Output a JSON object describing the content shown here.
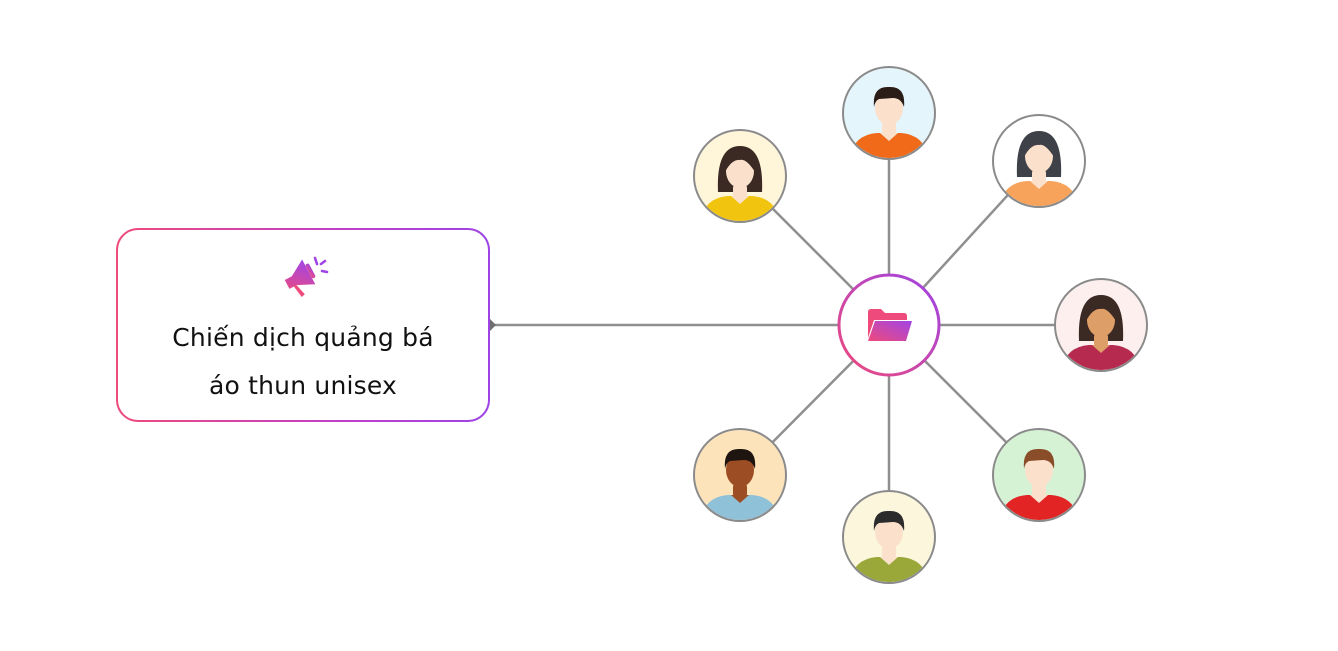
{
  "campaign": {
    "title": "Chiến dịch quảng bá áo thun unisex",
    "icon": "megaphone-icon"
  },
  "hub": {
    "icon": "folder-icon"
  },
  "people": [
    {
      "icon": "person-icon",
      "position": "top-left",
      "skin": "#fbe1cc",
      "hair": "#3b2a24",
      "shirt": "#f1c40f",
      "bg": "#fff6d9",
      "gender": "female"
    },
    {
      "icon": "person-icon",
      "position": "top",
      "skin": "#fbe1cc",
      "hair": "#2a1c17",
      "shirt": "#f06a1a",
      "bg": "#e4f5fb",
      "gender": "male"
    },
    {
      "icon": "person-icon",
      "position": "top-right",
      "skin": "#fbe1cc",
      "hair": "#3f4149",
      "shirt": "#f7a35b",
      "bg": "#ffffff",
      "gender": "female"
    },
    {
      "icon": "person-icon",
      "position": "right",
      "skin": "#de9e68",
      "hair": "#3b2a24",
      "shirt": "#b52a4e",
      "bg": "#fcefee",
      "gender": "female"
    },
    {
      "icon": "person-icon",
      "position": "bottom-right",
      "skin": "#fbe1cc",
      "hair": "#8a4d2a",
      "shirt": "#e32424",
      "bg": "#d5f2d4",
      "gender": "male"
    },
    {
      "icon": "person-icon",
      "position": "bottom",
      "skin": "#fbe1cc",
      "hair": "#2b2b2b",
      "shirt": "#9aa83a",
      "bg": "#fcf6dc",
      "gender": "male"
    },
    {
      "icon": "person-icon",
      "position": "bottom-left",
      "skin": "#9c4d23",
      "hair": "#1f1510",
      "shirt": "#8fc1d9",
      "bg": "#fde3b9",
      "gender": "male"
    }
  ],
  "colors": {
    "accent_pink": "#ee4a7b",
    "accent_purple": "#9d43e6",
    "connector": "#8f8f8f",
    "avatar_border": "#8a8a8a"
  }
}
